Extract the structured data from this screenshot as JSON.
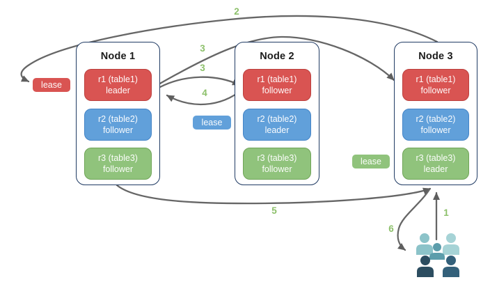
{
  "diagram": {
    "title_hidden": "",
    "nodes": [
      {
        "title": "Node 1",
        "replicas": [
          {
            "label": "r1 (table1)",
            "role": "leader",
            "color": "red"
          },
          {
            "label": "r2 (table2)",
            "role": "follower",
            "color": "blue"
          },
          {
            "label": "r3 (table3)",
            "role": "follower",
            "color": "green"
          }
        ]
      },
      {
        "title": "Node 2",
        "replicas": [
          {
            "label": "r1 (table1)",
            "role": "follower",
            "color": "red"
          },
          {
            "label": "r2 (table2)",
            "role": "leader",
            "color": "blue"
          },
          {
            "label": "r3 (table3)",
            "role": "follower",
            "color": "green"
          }
        ]
      },
      {
        "title": "Node 3",
        "replicas": [
          {
            "label": "r1 (table1)",
            "role": "follower",
            "color": "red"
          },
          {
            "label": "r2 (table2)",
            "role": "follower",
            "color": "blue"
          },
          {
            "label": "r3 (table3)",
            "role": "leader",
            "color": "green"
          }
        ]
      }
    ],
    "leases": [
      {
        "label": "lease",
        "color": "red"
      },
      {
        "label": "lease",
        "color": "blue"
      },
      {
        "label": "lease",
        "color": "green"
      }
    ],
    "steps": [
      {
        "label": "1"
      },
      {
        "label": "2"
      },
      {
        "label": "3"
      },
      {
        "label": "3"
      },
      {
        "label": "4"
      },
      {
        "label": "5"
      },
      {
        "label": "6"
      }
    ],
    "colors": {
      "replica_red": "#D95452",
      "replica_red_border": "#BB403E",
      "replica_blue": "#61A0DA",
      "replica_blue_border": "#4484C6",
      "replica_green": "#90C37C",
      "replica_green_border": "#6FA457",
      "node_border": "#1F3A63",
      "node_title": "#1B1B1B",
      "arrow": "#666666",
      "step_label": "#8CC06A",
      "people": [
        "#8CC3C9",
        "#A6D3D6",
        "#5C9DAB",
        "#2C4D60",
        "#33607A"
      ]
    }
  }
}
